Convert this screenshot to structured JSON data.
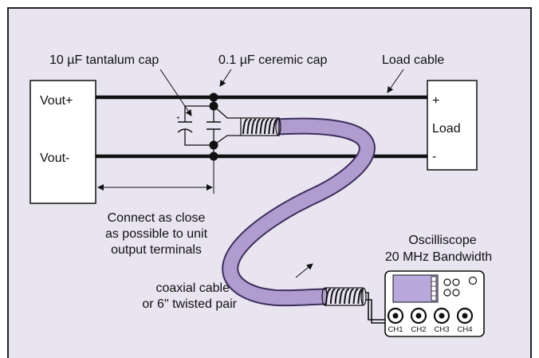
{
  "colors": {
    "panel_background": "#e8e4f0",
    "panel_border": "#222222",
    "wire": "#111111",
    "coax_fill": "#b09ccf",
    "coax_outline": "#3c2f5c",
    "scope_screen": "#b8a8dc",
    "box_fill": "#ffffff"
  },
  "labels": {
    "tantalum_cap": "10 µF tantalum cap",
    "ceramic_cap": "0.1 µF ceremic cap",
    "load_cable": "Load cable",
    "vout_plus": "Vout+",
    "vout_minus": "Vout-",
    "load": "Load",
    "load_plus": "+",
    "load_minus": "-",
    "connect_note": [
      "Connect as close",
      "as possible to unit",
      "output terminals"
    ],
    "oscilloscope_title": [
      "Oscilliscope",
      "20 MHz Bandwidth"
    ],
    "coax_note": [
      "coaxial cable",
      "or 6\" twisted pair"
    ],
    "channels": [
      "CH1",
      "CH2",
      "CH3",
      "CH4"
    ]
  }
}
